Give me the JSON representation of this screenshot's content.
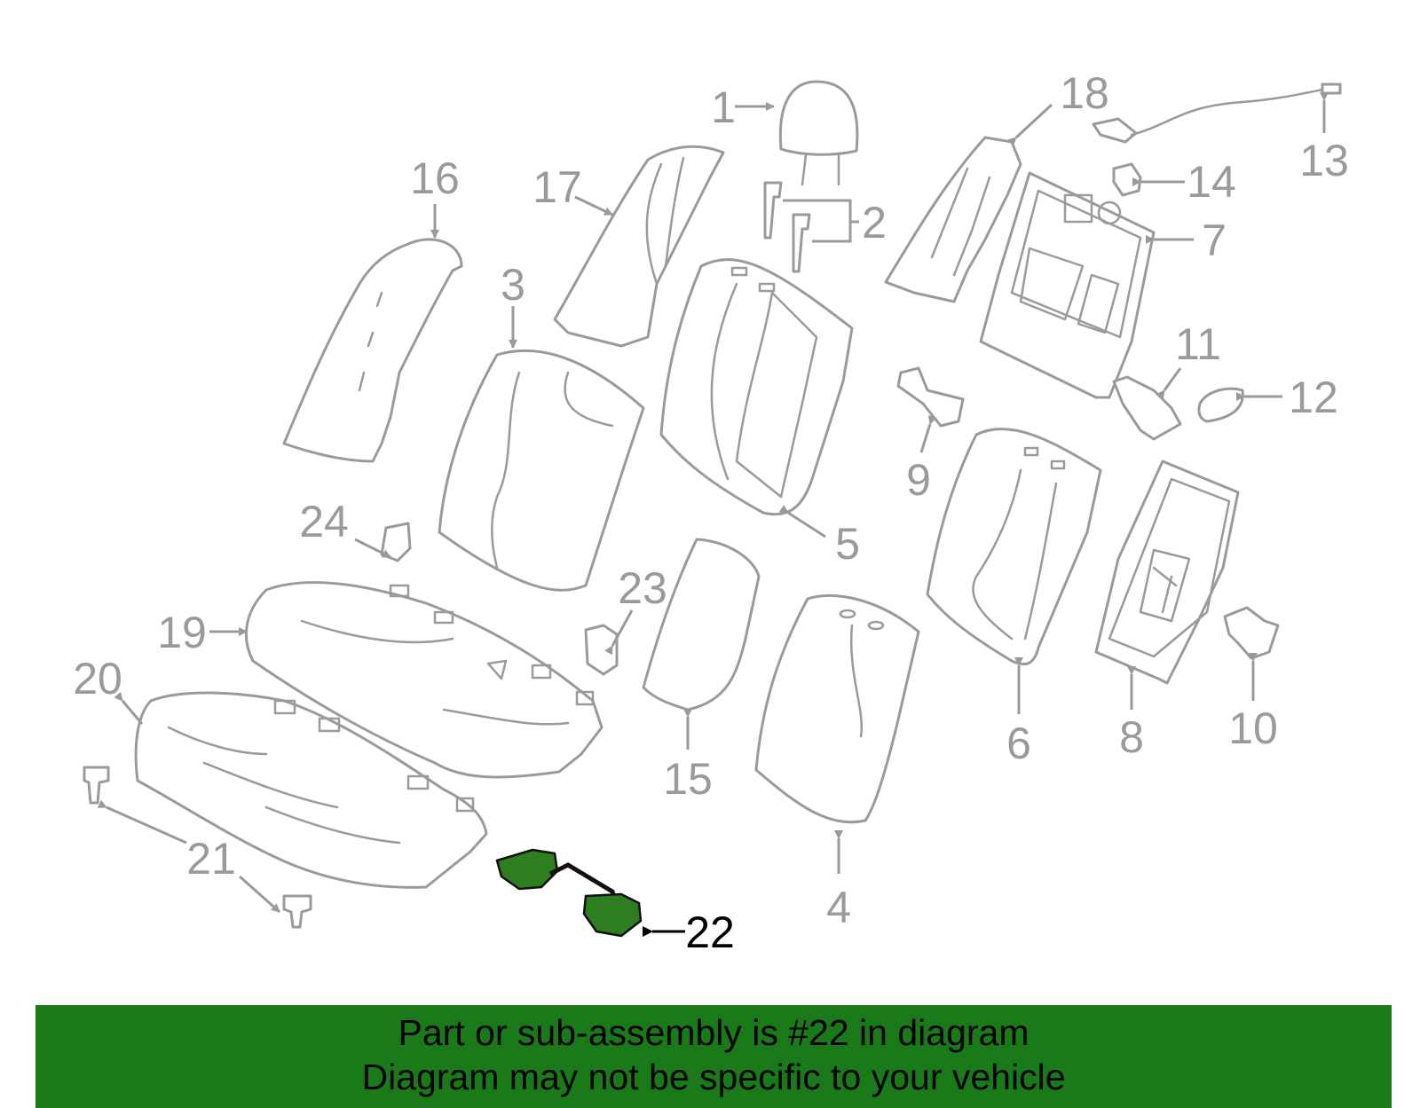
{
  "callouts": {
    "c1": "1",
    "c2": "2",
    "c3": "3",
    "c4": "4",
    "c5": "5",
    "c6": "6",
    "c7": "7",
    "c8": "8",
    "c9": "9",
    "c10": "10",
    "c11": "11",
    "c12": "12",
    "c13": "13",
    "c14": "14",
    "c15": "15",
    "c16": "16",
    "c17": "17",
    "c18": "18",
    "c19": "19",
    "c20": "20",
    "c21": "21",
    "c22": "22",
    "c23": "23",
    "c24": "24"
  },
  "highlight": {
    "part_number": "22",
    "color": "#2e7d1e"
  },
  "banner": {
    "line1": "Part or sub-assembly is #22 in diagram",
    "line2": "Diagram may not be specific to your vehicle",
    "background": "#1a7a1a"
  }
}
